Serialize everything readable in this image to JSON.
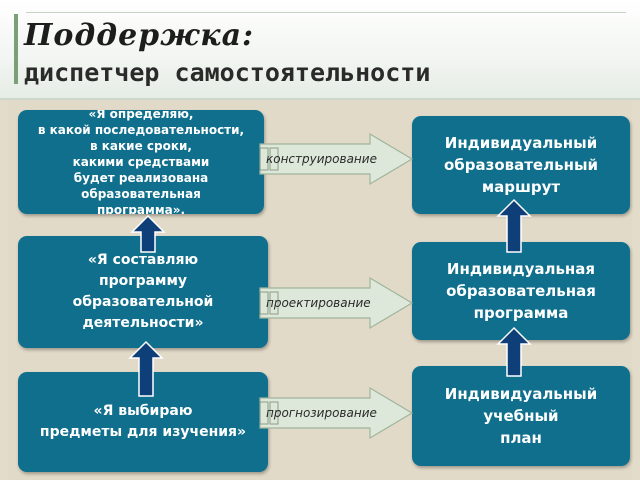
{
  "title": {
    "line1": "Поддержка:",
    "line2": "диспетчер самостоятельности"
  },
  "left_boxes": [
    {
      "text": "«Я определяю,\nв какой последовательности,\nв какие сроки,\nкакими средствами\nбудет реализована\nобразовательная\nпрограмма»."
    },
    {
      "text": "«Я составляю\nпрограмму\nобразовательной\nдеятельности»"
    },
    {
      "text": "«Я выбираю\nпредметы для изучения»"
    }
  ],
  "right_boxes": [
    {
      "text": "Индивидуальный\nобразовательный\nмаршрут"
    },
    {
      "text": "Индивидуальная\nобразовательная\nпрограмма"
    },
    {
      "text": "Индивидуальный\nучебный\nплан"
    }
  ],
  "connectors": [
    {
      "label": "конструирование"
    },
    {
      "label": "проектирование"
    },
    {
      "label": "прогнозирование"
    }
  ],
  "colors": {
    "box": "#0f6f8c",
    "up_arrow": "#0f3f78",
    "side_arrow": "#dde8da",
    "background": "#e4dccb"
  }
}
